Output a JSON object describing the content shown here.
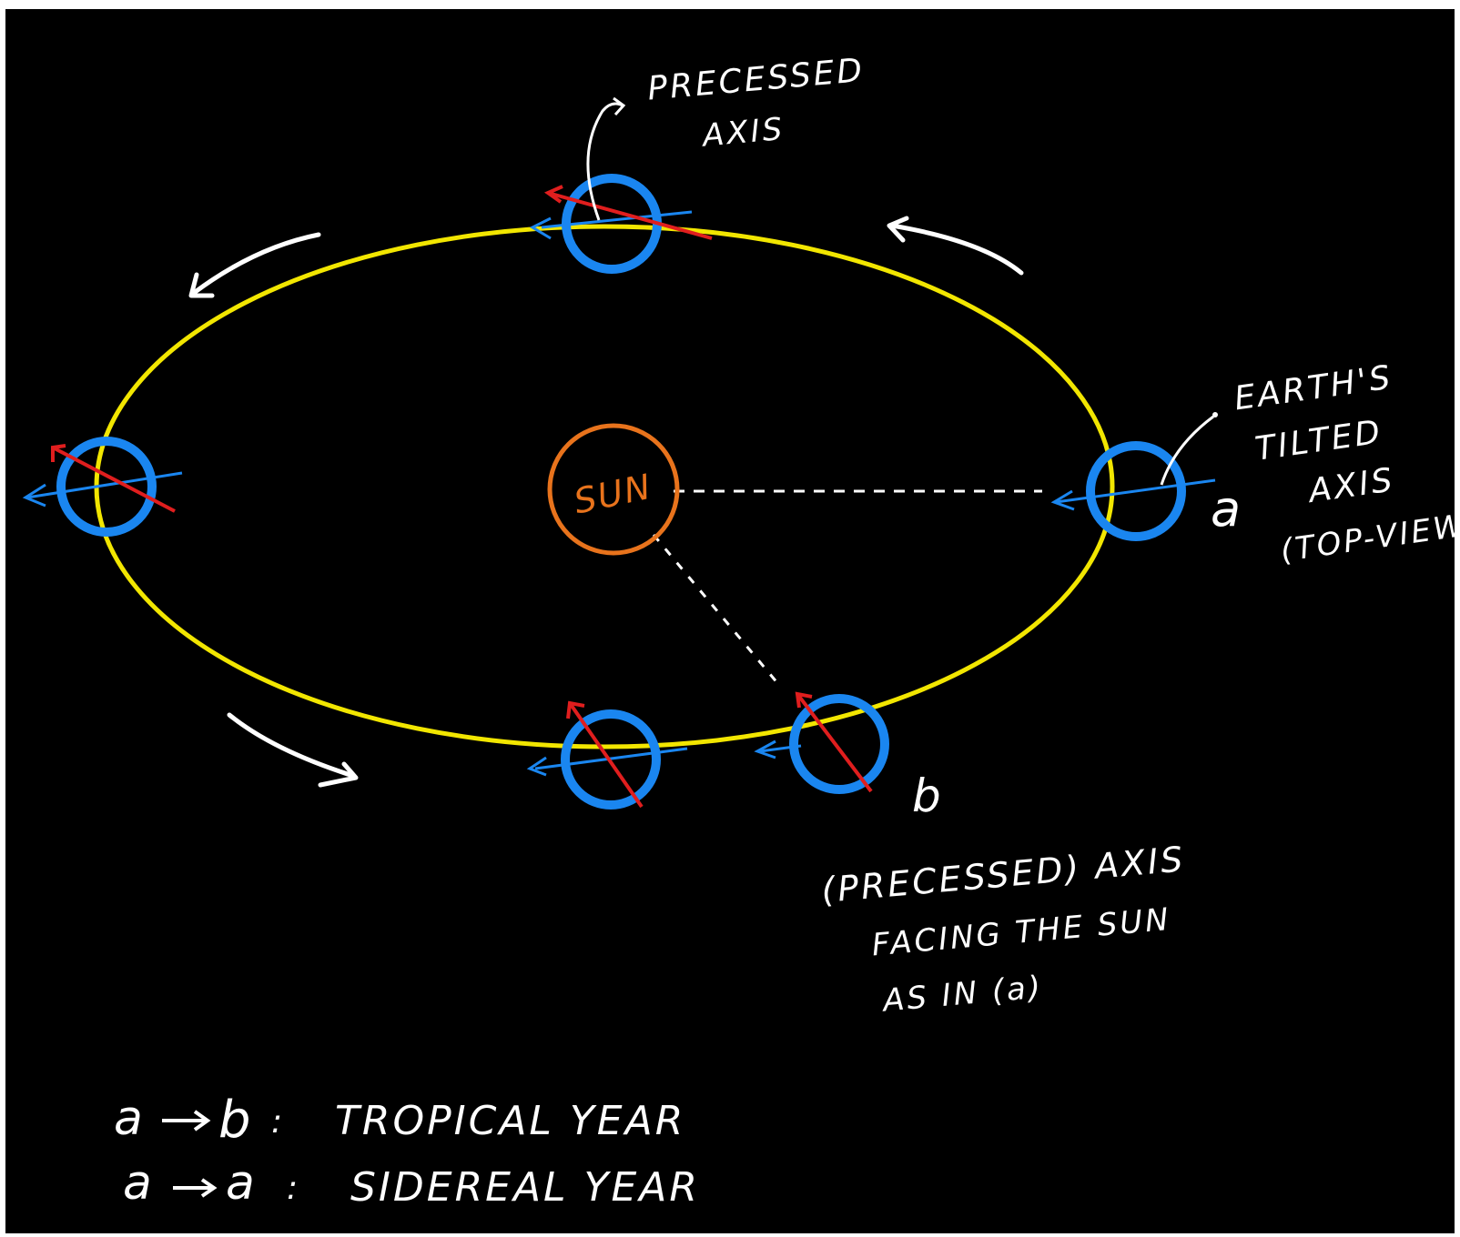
{
  "colors": {
    "background": "#000000",
    "orbit": "#f2e600",
    "earth": "#1a86f0",
    "tilted_axis": "#e01e1e",
    "sun": "#e8731c",
    "annotation": "#ffffff"
  },
  "sun": {
    "label": "SUN"
  },
  "annotations": {
    "precessed_axis_line1": "PRECESSED",
    "precessed_axis_line2": "AXIS",
    "earth_axis_line1": "EARTH'S",
    "earth_axis_line2": "TILTED",
    "earth_axis_line3": "AXIS",
    "earth_axis_line4": "(TOP-VIEW)",
    "point_a": "a",
    "point_b": "b",
    "b_note_line1": "(PRECESSED) AXIS",
    "b_note_line2": "FACING  THE SUN",
    "b_note_line3": "AS IN  (a)"
  },
  "legend": {
    "tropical": {
      "from": "a",
      "to": "b",
      "label": "TROPICAL YEAR"
    },
    "sidereal": {
      "from": "a",
      "to": "a",
      "label": "SIDEREAL YEAR"
    }
  }
}
